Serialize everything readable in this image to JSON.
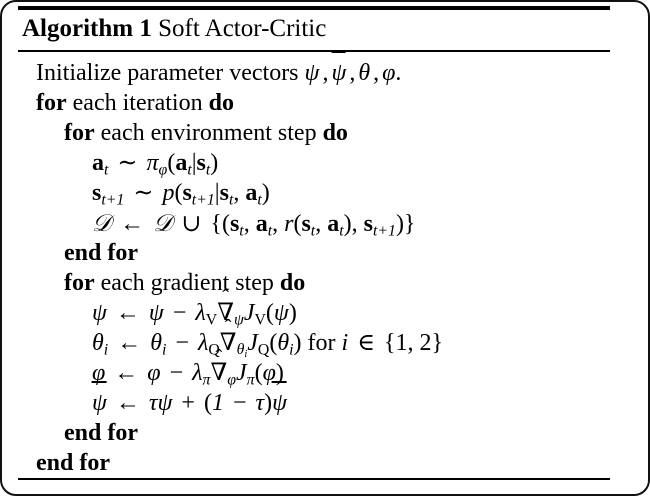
{
  "algorithm": {
    "label": "Algorithm 1",
    "name": "Soft Actor-Critic",
    "keywords": {
      "for": "for",
      "do": "do",
      "end_for": "end for"
    },
    "lines": [
      {
        "id": "initialize",
        "indent": 1,
        "text": "Initialize parameter vectors ψ, ψ̄, θ, φ.",
        "prefix": "Initialize parameter vectors"
      },
      {
        "id": "for-iteration",
        "indent": 1,
        "text": "for each iteration do",
        "middle": "each iteration"
      },
      {
        "id": "for-environment-step",
        "indent": 2,
        "text": "for each environment step do",
        "middle": "each environment step"
      },
      {
        "id": "action-sample",
        "indent": 3,
        "text": "a_t ∼ π_φ(a_t|s_t)"
      },
      {
        "id": "state-transition",
        "indent": 3,
        "text": "s_{t+1} ∼ p(s_{t+1}|s_t, a_t)"
      },
      {
        "id": "replay-buffer-update",
        "indent": 3,
        "text": "D ← D ∪ {(s_t, a_t, r(s_t, a_t), s_{t+1})}"
      },
      {
        "id": "end-for-environment",
        "indent": 2,
        "text": "end for"
      },
      {
        "id": "for-gradient-step",
        "indent": 2,
        "text": "for each gradient step do",
        "middle": "each gradient step"
      },
      {
        "id": "value-update",
        "indent": 3,
        "text": "ψ ← ψ − λ_V ∇̂_ψ J_V(ψ)"
      },
      {
        "id": "q-update",
        "indent": 3,
        "text": "θ_i ← θ_i − λ_Q ∇̂_{θ_i} J_Q(θ_i) for i ∈ {1, 2}",
        "suffix": "for",
        "set": "{1, 2}"
      },
      {
        "id": "policy-update",
        "indent": 3,
        "text": "φ ← φ − λ_π ∇̂_φ J_π(φ)"
      },
      {
        "id": "target-update",
        "indent": 3,
        "text": "ψ̄ ← τψ + (1 − τ)ψ̄"
      },
      {
        "id": "end-for-gradient",
        "indent": 2,
        "text": "end for"
      },
      {
        "id": "end-for-iteration",
        "indent": 1,
        "text": "end for"
      }
    ]
  }
}
